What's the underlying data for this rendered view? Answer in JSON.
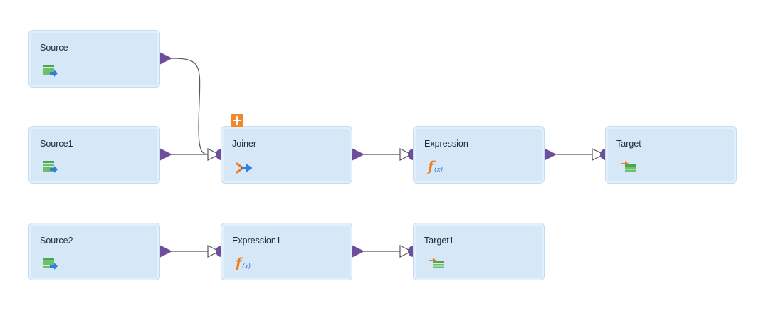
{
  "nodes": {
    "source": {
      "title": "Source",
      "type": "source",
      "icon": "source-table-icon"
    },
    "source1": {
      "title": "Source1",
      "type": "source",
      "icon": "source-table-icon"
    },
    "joiner": {
      "title": "Joiner",
      "type": "joiner",
      "icon": "joiner-icon"
    },
    "expression": {
      "title": "Expression",
      "type": "expression",
      "icon": "function-icon"
    },
    "target": {
      "title": "Target",
      "type": "target",
      "icon": "target-table-icon"
    },
    "source2": {
      "title": "Source2",
      "type": "source",
      "icon": "source-table-icon"
    },
    "expression1": {
      "title": "Expression1",
      "type": "expression",
      "icon": "function-icon"
    },
    "target1": {
      "title": "Target1",
      "type": "target",
      "icon": "target-table-icon"
    }
  },
  "edges": [
    {
      "from": "source",
      "to": "joiner"
    },
    {
      "from": "source1",
      "to": "joiner"
    },
    {
      "from": "joiner",
      "to": "expression"
    },
    {
      "from": "expression",
      "to": "target"
    },
    {
      "from": "source2",
      "to": "expression1"
    },
    {
      "from": "expression1",
      "to": "target1"
    }
  ],
  "toolbar": {
    "add_icon": "plus-icon"
  },
  "colors": {
    "node_fill": "#d6e8f8",
    "node_border": "#c4dcf2",
    "port": "#6e4f9b",
    "edge": "#555555",
    "function_orange": "#f07c1a",
    "function_blue": "#2a6fd0",
    "table_green": "#4aa84a",
    "arrow_blue": "#2f7fe0",
    "arrow_orange": "#f07c1a",
    "add_button": "#f1882b"
  }
}
